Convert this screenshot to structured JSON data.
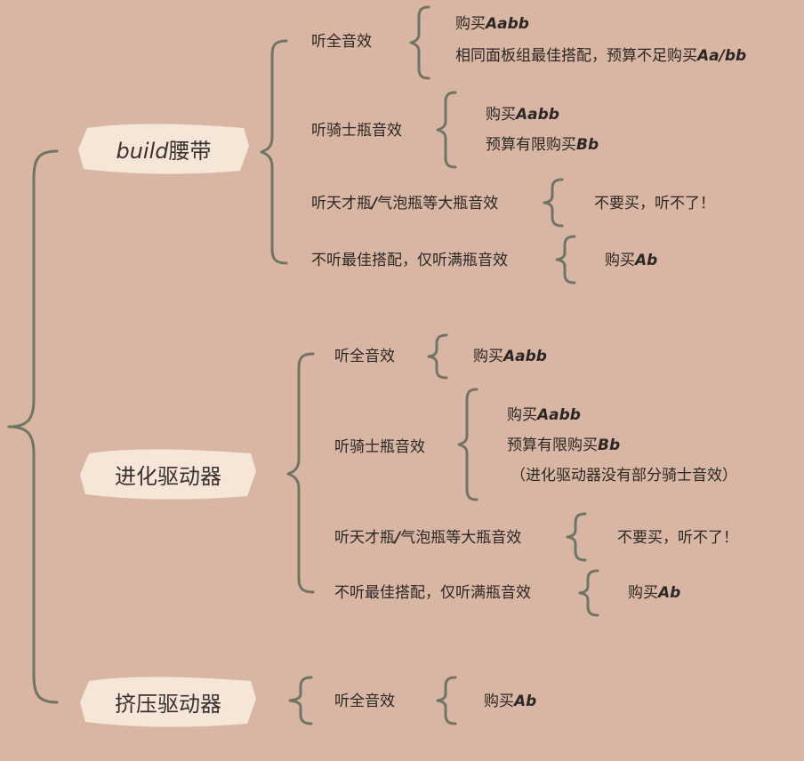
{
  "categories": [
    {
      "label": "build腰带",
      "items": [
        {
          "condition": "听全音效",
          "results": [
            "购买Aabb",
            "相同面板组最佳搭配，预算不足购买Aa/bb"
          ]
        },
        {
          "condition": "听骑士瓶音效",
          "results": [
            "购买Aabb",
            "预算有限购买Bb"
          ]
        },
        {
          "condition": "听天才瓶/气泡瓶等大瓶音效",
          "results": [
            "不要买，听不了！"
          ]
        },
        {
          "condition": "不听最佳搭配，仅听满瓶音效",
          "results": [
            "购买Ab"
          ]
        }
      ]
    },
    {
      "label": "进化驱动器",
      "items": [
        {
          "condition": "听全音效",
          "results": [
            "购买Aabb"
          ]
        },
        {
          "condition": "听骑士瓶音效",
          "results": [
            "购买Aabb",
            "预算有限购买Bb",
            "（进化驱动器没有部分骑士音效）"
          ]
        },
        {
          "condition": "听天才瓶/气泡瓶等大瓶音效",
          "results": [
            "不要买，听不了！"
          ]
        },
        {
          "condition": "不听最佳搭配，仅听满瓶音效",
          "results": [
            "购买Ab"
          ]
        }
      ]
    },
    {
      "label": "挤压驱动器",
      "items": [
        {
          "condition": "听全音效",
          "results": [
            "购买Ab"
          ]
        }
      ]
    }
  ],
  "colors": {
    "background": "#d9b6a3",
    "brace": "#6f7564",
    "label_highlight": "#f6e6d8"
  }
}
